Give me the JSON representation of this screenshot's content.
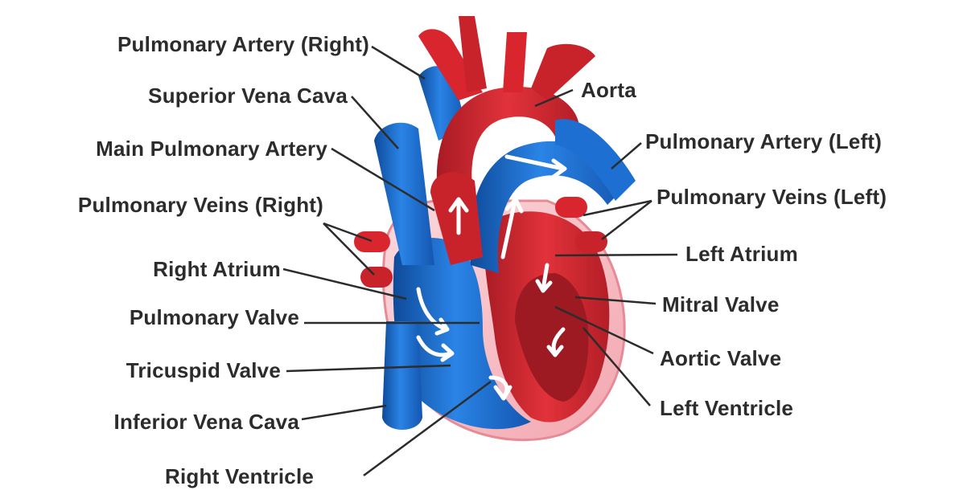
{
  "labels": {
    "pulmonary_artery_right": "Pulmonary Artery (Right)",
    "superior_vena_cava": "Superior Vena Cava",
    "main_pulmonary_artery": "Main Pulmonary Artery",
    "pulmonary_veins_right": "Pulmonary Veins (Right)",
    "right_atrium": "Right Atrium",
    "pulmonary_valve": "Pulmonary Valve",
    "tricuspid_valve": "Tricuspid Valve",
    "inferior_vena_cava": "Inferior Vena Cava",
    "right_ventricle": "Right Ventricle",
    "aorta": "Aorta",
    "pulmonary_artery_left": "Pulmonary Artery (Left)",
    "pulmonary_veins_left": "Pulmonary Veins (Left)",
    "left_atrium": "Left Atrium",
    "mitral_valve": "Mitral Valve",
    "aortic_valve": "Aortic Valve",
    "left_ventricle": "Left Ventricle"
  },
  "colors": {
    "oxygenated_red": "#d9262e",
    "dark_red": "#9e1a22",
    "deoxygenated_blue": "#1d6fd1",
    "dark_blue": "#0e4a9a",
    "heart_outline_pink": "#f4b8bf",
    "label_text": "#2c2c2c",
    "leader_line": "#2c2c2c"
  }
}
